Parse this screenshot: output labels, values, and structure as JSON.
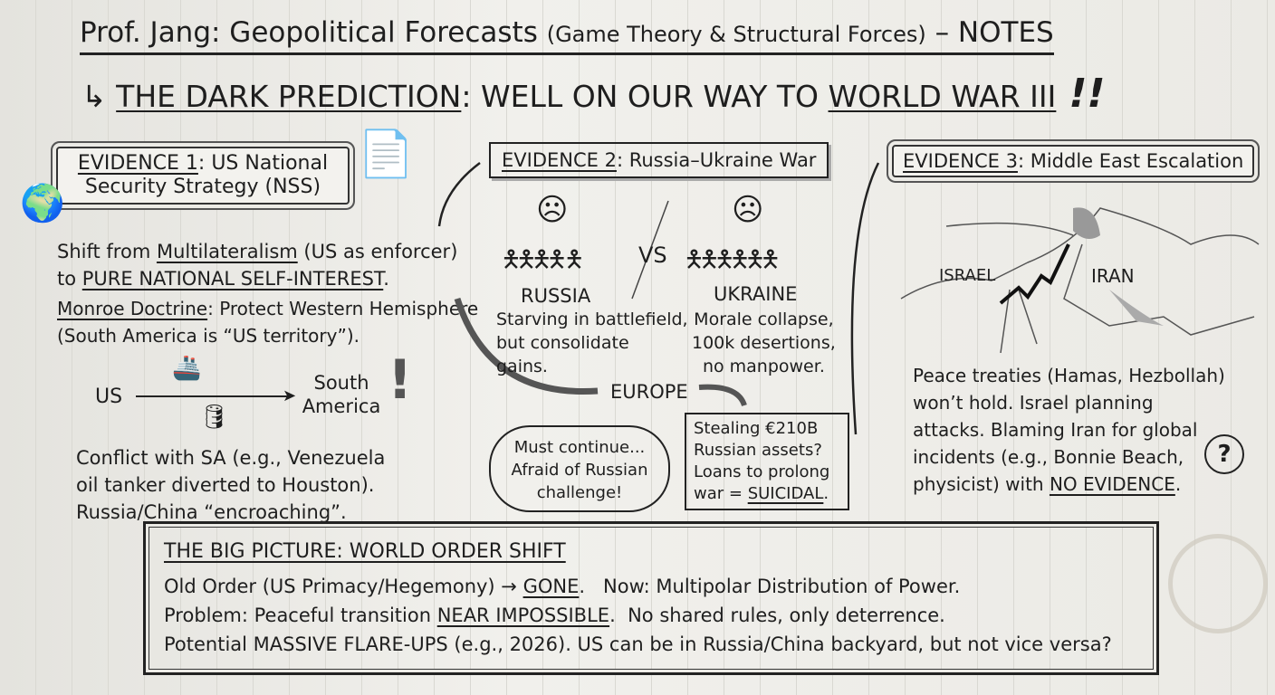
{
  "header": {
    "title": "Prof. Jang: Geopolitical Forecasts",
    "title_paren": "(Game Theory & Structural Forces)",
    "title_suffix": "– NOTES",
    "subtitle_arrow": "↳",
    "subtitle_a": "THE DARK PREDICTION",
    "subtitle_b": ": WELL ON OUR WAY TO ",
    "subtitle_c": "WORLD WAR III",
    "subtitle_excl": "!!"
  },
  "evidence1": {
    "label": "EVIDENCE 1",
    "title_a": ": US National",
    "title_b": "Security Strategy (NSS)",
    "line1_a": "Shift from ",
    "line1_u": "Multilateralism",
    "line1_b": " (US as enforcer)",
    "line2_a": "to ",
    "line2_u": "PURE NATIONAL SELF-INTEREST",
    "line2_b": ".",
    "monroe_u": "Monroe Doctrine",
    "monroe_b": ": Protect Western Hemisphere",
    "monroe_c": "(South America is “US territory”).",
    "from": "US",
    "to": "South America",
    "excl": "!",
    "conflict": [
      "Conflict with SA (e.g., Venezuela",
      "oil tanker diverted to Houston).",
      "Russia/China “encroaching”."
    ]
  },
  "evidence2": {
    "label": "EVIDENCE 2",
    "title": ": Russia–Ukraine War",
    "vs": "VS",
    "russia": "RUSSIA",
    "russia_text": [
      "Starving in battlefield,",
      "but consolidate",
      "gains."
    ],
    "ukraine": "UKRAINE",
    "ukraine_text": [
      "Morale collapse,",
      "100k desertions,",
      "no manpower."
    ],
    "europe": "EUROPE",
    "thought": [
      "Must continue...",
      "Afraid of Russian",
      "challenge!"
    ],
    "assets": [
      "Stealing €210B",
      "Russian assets?",
      "Loans to prolong"
    ],
    "assets_last_a": "war = ",
    "assets_last_u": "SUICIDAL",
    "assets_last_b": "."
  },
  "evidence3": {
    "label": "EVIDENCE 3",
    "title": ": Middle East Escalation",
    "map_israel": "ISRAEL",
    "map_iran": "IRAN",
    "text": [
      "Peace treaties (Hamas, Hezbollah)",
      "won’t hold. Israel planning",
      "attacks. Blaming Iran for global",
      "incidents (e.g., Bonnie Beach,"
    ],
    "last_a": "physicist) with ",
    "last_u": "NO EVIDENCE",
    "last_b": ".",
    "bomb_mark": "?"
  },
  "big_picture": {
    "heading": "THE BIG PICTURE: WORLD ORDER SHIFT",
    "l1_a": "Old Order (US Primacy/Hegemony) → ",
    "l1_u": "GONE",
    "l1_b": ".   Now: Multipolar Distribution of Power.",
    "l2_a": "Problem: Peaceful transition ",
    "l2_u": "NEAR IMPOSSIBLE",
    "l2_b": ".  No shared rules, only deterrence.",
    "l3": "Potential MASSIVE FLARE-UPS (e.g., 2026). US can be in Russia/China backyard, but not vice versa?"
  }
}
